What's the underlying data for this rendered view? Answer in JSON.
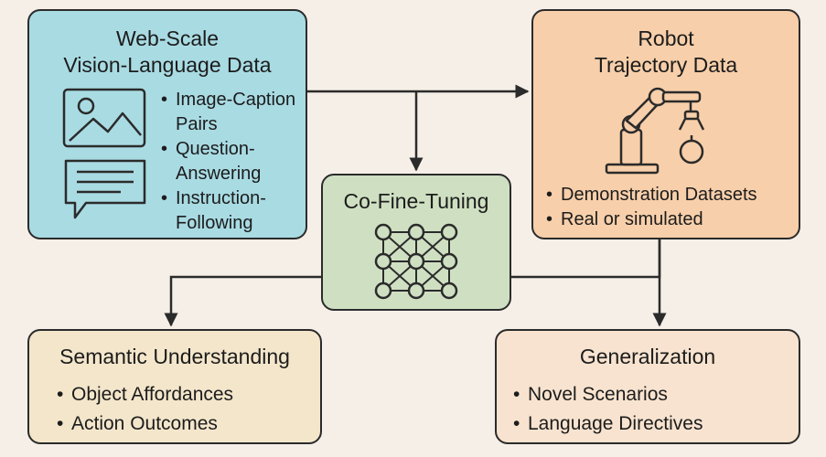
{
  "colors": {
    "web_box": "#a9dbe3",
    "robot_box": "#f7cfaa",
    "cofine_box": "#cfe0c2",
    "semantic_box": "#f3e6cb",
    "general_box": "#f7e3cf",
    "stroke": "#2b2b2b",
    "background": "#f6efe8"
  },
  "web_data": {
    "title_line1": "Web-Scale",
    "title_line2": "Vision-Language Data",
    "items": [
      "Image-Caption",
      "Pairs",
      "Question-",
      "Answering",
      "Instruction-",
      "Following"
    ],
    "icons": [
      "image-icon",
      "chat-bubble-icon"
    ]
  },
  "robot_data": {
    "title_line1": "Robot",
    "title_line2": "Trajectory Data",
    "items": [
      "Demonstration Datasets",
      "Real or simulated"
    ],
    "icons": [
      "robot-arm-icon"
    ]
  },
  "co_fine_tuning": {
    "title": "Co-Fine-Tuning",
    "icons": [
      "neural-network-icon"
    ]
  },
  "semantic": {
    "title": "Semantic Understanding",
    "items": [
      "Object Affordances",
      "Action Outcomes"
    ]
  },
  "generalization": {
    "title": "Generalization",
    "items": [
      "Novel Scenarios",
      "Language Directives"
    ]
  }
}
